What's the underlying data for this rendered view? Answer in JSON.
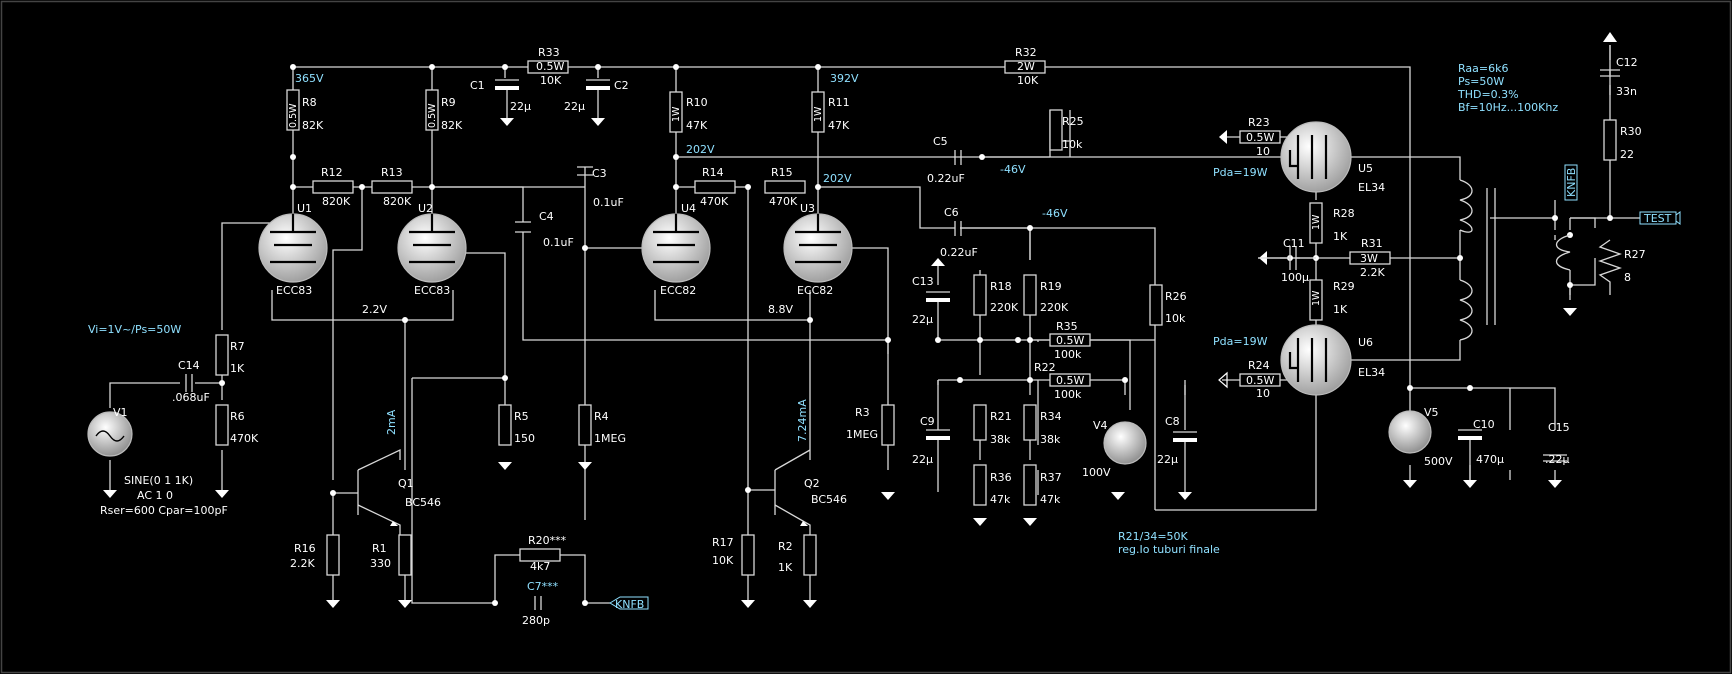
{
  "voltages": {
    "v365": "365V",
    "v392": "392V",
    "v202a": "202V",
    "v202b": "202V",
    "vm46a": "-46V",
    "vm46b": "-46V",
    "v22": "2.2V",
    "v88": "8.8V"
  },
  "currents": {
    "q1": "2mA",
    "q2": "7.24mA"
  },
  "specs": {
    "raa": "Raa=6k6",
    "ps": "Ps=50W",
    "thd": "THD=0.3%",
    "bf": "Bf=10Hz...100Khz"
  },
  "input_note": "Vi=1V~/Ps=50W",
  "source_params": {
    "l1": "SINE(0 1 1K)",
    "l2": "AC 1 0",
    "l3": "Rser=600 Cpar=100pF"
  },
  "note": {
    "l1": "R21/34=50K",
    "l2": "reg.Io tuburi finale"
  },
  "pda_u5": "Pda=19W",
  "pda_u6": "Pda=19W",
  "resistors": {
    "r33": {
      "ref": "R33",
      "pw": "0.5W",
      "val": "10K"
    },
    "r32": {
      "ref": "R32",
      "pw": "2W",
      "val": "10K"
    },
    "r8": {
      "ref": "R8",
      "pw": "0.5W",
      "val": "82K"
    },
    "r9": {
      "ref": "R9",
      "pw": "0.5W",
      "val": "82K"
    },
    "r10": {
      "ref": "R10",
      "pw": "1W",
      "val": "47K"
    },
    "r11": {
      "ref": "R11",
      "pw": "1W",
      "val": "47K"
    },
    "r12": {
      "ref": "R12",
      "val": "820K"
    },
    "r13": {
      "ref": "R13",
      "val": "820K"
    },
    "r14": {
      "ref": "R14",
      "val": "470K"
    },
    "r15": {
      "ref": "R15",
      "val": "470K"
    },
    "r25": {
      "ref": "R25",
      "val": "10k"
    },
    "r23": {
      "ref": "R23",
      "pw": "0.5W",
      "val": "10"
    },
    "r24": {
      "ref": "R24",
      "pw": "0.5W",
      "val": "10"
    },
    "r28": {
      "ref": "R28",
      "pw": "1W",
      "val": "1K"
    },
    "r29": {
      "ref": "R29",
      "pw": "1W",
      "val": "1K"
    },
    "r31": {
      "ref": "R31",
      "pw": "3W",
      "val": "2.2K"
    },
    "r30": {
      "ref": "R30",
      "val": "22"
    },
    "r27": {
      "ref": "R27",
      "val": "8"
    },
    "r7": {
      "ref": "R7",
      "val": "1K"
    },
    "r6": {
      "ref": "R6",
      "val": "470K"
    },
    "r5": {
      "ref": "R5",
      "val": "150"
    },
    "r4": {
      "ref": "R4",
      "val": "1MEG"
    },
    "r3": {
      "ref": "R3",
      "val": "1MEG"
    },
    "r18": {
      "ref": "R18",
      "val": "220K"
    },
    "r19": {
      "ref": "R19",
      "val": "220K"
    },
    "r26": {
      "ref": "R26",
      "val": "10k"
    },
    "r35": {
      "ref": "R35",
      "pw": "0.5W",
      "val": "100k"
    },
    "r22": {
      "ref": "R22",
      "pw": "0.5W",
      "val": "100k"
    },
    "r21": {
      "ref": "R21",
      "val": "38k"
    },
    "r34": {
      "ref": "R34",
      "val": "38k"
    },
    "r36": {
      "ref": "R36",
      "val": "47k"
    },
    "r37": {
      "ref": "R37",
      "val": "47k"
    },
    "r16": {
      "ref": "R16",
      "val": "2.2K"
    },
    "r1": {
      "ref": "R1",
      "val": "330"
    },
    "r17": {
      "ref": "R17",
      "val": "10K"
    },
    "r2": {
      "ref": "R2",
      "val": "1K"
    },
    "r20": {
      "ref": "R20***",
      "val": "4k7"
    }
  },
  "capacitors": {
    "c1": {
      "ref": "C1",
      "val": "22µ"
    },
    "c2": {
      "ref": "C2",
      "val": "22µ"
    },
    "c3": {
      "ref": "C3",
      "val": "0.1uF"
    },
    "c4": {
      "ref": "C4",
      "val": "0.1uF"
    },
    "c5": {
      "ref": "C5",
      "val": "0.22uF"
    },
    "c6": {
      "ref": "C6",
      "val": "0.22uF"
    },
    "c13": {
      "ref": "C13",
      "val": "22µ"
    },
    "c9": {
      "ref": "C9",
      "val": "22µ"
    },
    "c8": {
      "ref": "C8",
      "val": "22µ"
    },
    "c11": {
      "ref": "C11",
      "val": "100µ"
    },
    "c12": {
      "ref": "C12",
      "val": "33n"
    },
    "c14": {
      "ref": "C14",
      "val": ".068uF"
    },
    "c10": {
      "ref": "C10",
      "val": "470µ"
    },
    "c15": {
      "ref": "C15",
      "val": ".22µ"
    },
    "c7": {
      "ref": "C7***",
      "val": "280p"
    }
  },
  "tubes": {
    "u1": {
      "ref": "U1",
      "type": "ECC83"
    },
    "u2": {
      "ref": "U2",
      "type": "ECC83"
    },
    "u4": {
      "ref": "U4",
      "type": "ECC82"
    },
    "u3": {
      "ref": "U3",
      "type": "ECC82"
    },
    "u5": {
      "ref": "U5",
      "type": "EL34"
    },
    "u6": {
      "ref": "U6",
      "type": "EL34"
    }
  },
  "transistors": {
    "q1": {
      "ref": "Q1",
      "type": "BC546"
    },
    "q2": {
      "ref": "Q2",
      "type": "BC546"
    }
  },
  "sources": {
    "v1": {
      "ref": "V1"
    },
    "v4": {
      "ref": "V4",
      "val": "100V"
    },
    "v5": {
      "ref": "V5",
      "val": "500V"
    }
  },
  "net_labels": {
    "knfb_a": "KNFB",
    "knfb_b": "KNFB",
    "test": "TEST"
  },
  "colors": {
    "background": "#000000",
    "wire": "#d8d8d8",
    "text": "#ffffff",
    "accent": "#8fe0ff"
  }
}
